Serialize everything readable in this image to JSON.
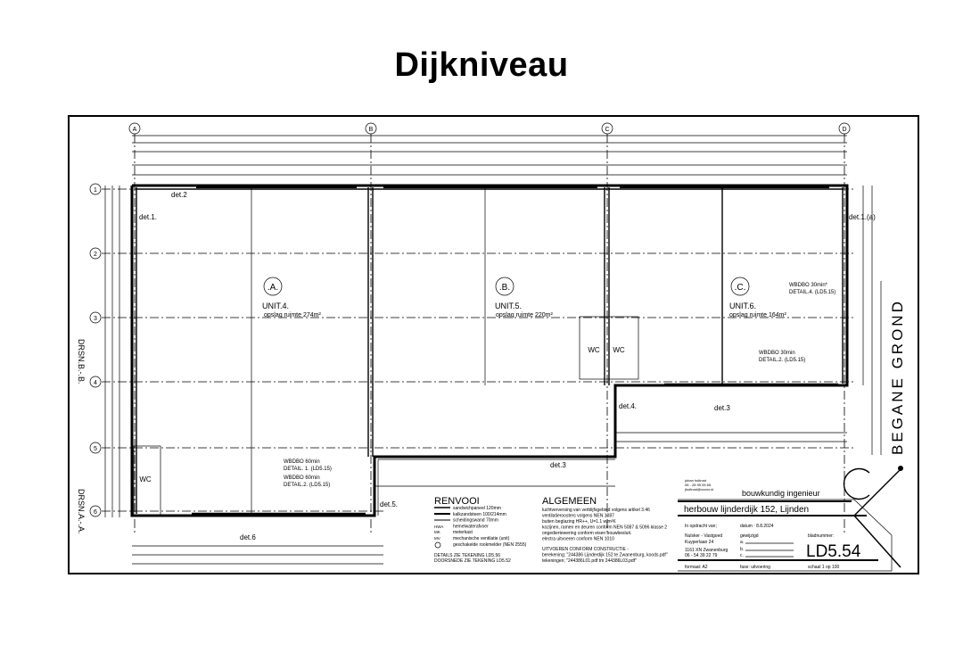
{
  "title": "Dijkniveau",
  "side_label": "BEGANE GROND",
  "sections": [
    "DRSN.B.-.B.",
    "DRSN.A.-.A."
  ],
  "grid_columns": [
    "A",
    "B",
    "C",
    "D"
  ],
  "grid_rows": [
    "1",
    "2",
    "3",
    "4",
    "5",
    "6"
  ],
  "units": [
    {
      "badge": ".A.",
      "name": "UNIT.4.",
      "area": "opslag ruimte 274m²"
    },
    {
      "badge": ".B.",
      "name": "UNIT.5.",
      "area": "opslag ruimte 220m²"
    },
    {
      "badge": ".C.",
      "name": "UNIT.6.",
      "area": "opslag ruimte 164m²"
    }
  ],
  "details": {
    "det1": "det.1.",
    "det1a": "det.1.(a)",
    "det2": "det.2",
    "det3": "det.3",
    "det3b": "det.3",
    "det4": "det.4.",
    "det5": "det.5.",
    "det6": "det.6"
  },
  "wc": "WC",
  "fire_notes": [
    {
      "line1": "WBDBO 30min*",
      "line2": "DETAIL.4. (LD5.15)"
    },
    {
      "line1": "WBDBO 30min",
      "line2": "DETAIL.2. (LD5.15)"
    },
    {
      "line1": "WBDBO 60min",
      "line2": "DETAIL. 1. (LD5.15)"
    },
    {
      "line1": "WBDBO 60min",
      "line2": "DETAIL.2. (LD5.15)"
    }
  ],
  "renvooi": {
    "heading": "RENVOOI",
    "items": [
      "sandwichpaneel 120mm",
      "kalkzandsteen 100/214mm",
      "scheidingswand 70mm",
      "hemelwaterafvoer",
      "meterkast",
      "mechanische ventilatie (unit)",
      "geschakelde rookmelder (NEN 2555)"
    ],
    "codes": [
      "HWA",
      "MK",
      "MV"
    ],
    "notes": [
      "DETAILS ZIE TEKENING LD5.56",
      "DOORSNEDE ZIE TEKENING LD5.52"
    ]
  },
  "algemeen": {
    "heading": "ALGEMEEN",
    "items": [
      "luchtverversing van verblijfsgebied volgens artikel 3.46",
      "ventilatieroosters volgens NEN 1087",
      "buiten beglazing HR++, U=1.1 w/m²K",
      "kozijnen, ramen en deuren conform NEN 5087 & 5096 klasse 2",
      "ongediertewering conform eisen bouwbesluit.",
      "electra uitvoeren conform NEN 1010"
    ],
    "constructie": [
      "UITVOEREN CONFORM CONSTRUCTIE -",
      "berekening; \"244386 Lijnderdijk 152 te Zwanenburg, koods.pdf\"",
      "tekeningen; \"244386L01.pdf tm 244386L03.pdf\""
    ]
  },
  "titleblock": {
    "contact": [
      "johan hultrust",
      "06 - 28 95 05 65",
      "jhultrust@xxxxx.nl"
    ],
    "profession": "bouwkundig ingenieur",
    "project": "herbouw lijnderdijk 152, Lijnden",
    "client_label": "In opdracht van;",
    "client": [
      "Nulsker - Vastgoed",
      "Kuyperlaan 24",
      "1161 XN Zwanenburg",
      "06 - 54 39 22 79"
    ],
    "date": "datum : 8.8.2024",
    "revised_label": "gewijzigd",
    "revisions": [
      "a.",
      "b.",
      "c."
    ],
    "sheet_label": "bladnummer:",
    "sheet": "LD5.54",
    "format": "formaat: A2",
    "phase": "fase: uitvoering",
    "scale": "schaal 1 op 100"
  }
}
